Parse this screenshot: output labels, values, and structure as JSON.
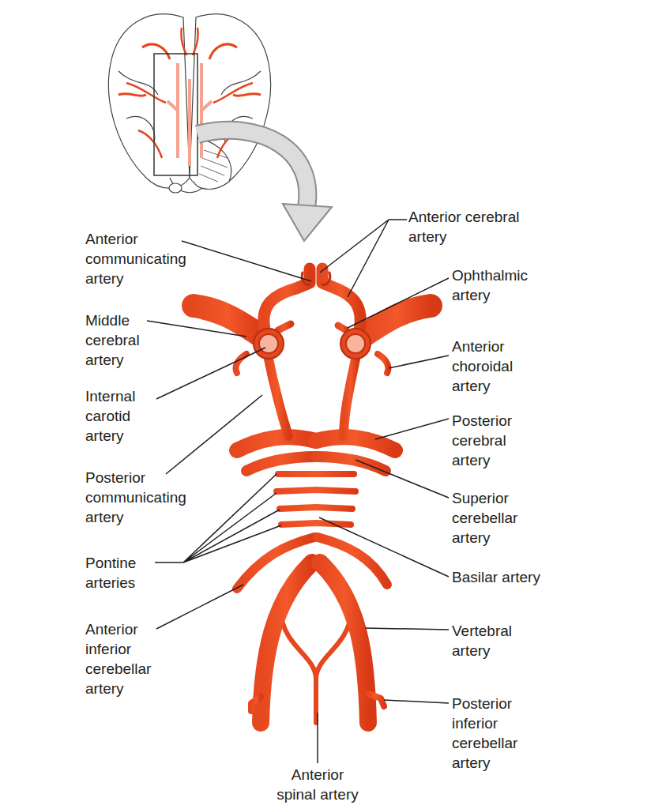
{
  "diagram": {
    "labels": [
      "Anterior cerebral artery",
      "Anterior communicating artery",
      "Ophthalmic artery",
      "Middle cerebral artery",
      "Anterior choroidal artery",
      "Internal carotid artery",
      "Posterior cerebral artery",
      "Posterior communicating artery",
      "Superior cerebellar artery",
      "Pontine arteries",
      "Basilar artery",
      "Anterior inferior cerebellar artery",
      "Vertebral artery",
      "Posterior inferior cerebellar artery",
      "Anterior spinal artery"
    ]
  }
}
